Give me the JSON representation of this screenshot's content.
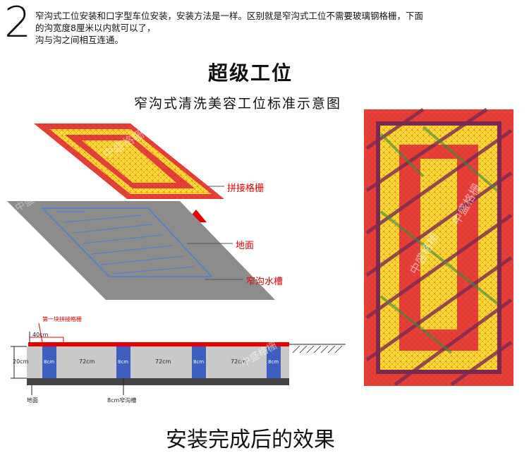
{
  "step_number": "2",
  "intro_lines": [
    "窄沟式工位安装和口字型车位安装，安装方法是一样。区别就是窄沟式工位不需要玻璃钢格栅，下面",
    "的沟宽度8厘米以内就可以了，",
    "沟与沟之间相互连通。"
  ],
  "main_title": "超级工位",
  "diagram_title": "窄沟式清洗美容工位标准示意图",
  "labels": {
    "grating": "拼接格栅",
    "ground": "地面",
    "trench": "窄沟水槽",
    "first_grating": "第一块拼接格栅",
    "width_40": "40cm",
    "height_20": "20cm",
    "span_72": "72cm",
    "trench_8": "8cm",
    "ground_small": "地面",
    "trench_8_label": "8cm窄沟槽"
  },
  "watermark": "中盛格栅",
  "bottom_caption": "安装完成后的效果",
  "colors": {
    "red": "#e8413a",
    "yellow": "#ffe033",
    "blue": "#3d5fc0",
    "gray": "#8c8c8c"
  }
}
